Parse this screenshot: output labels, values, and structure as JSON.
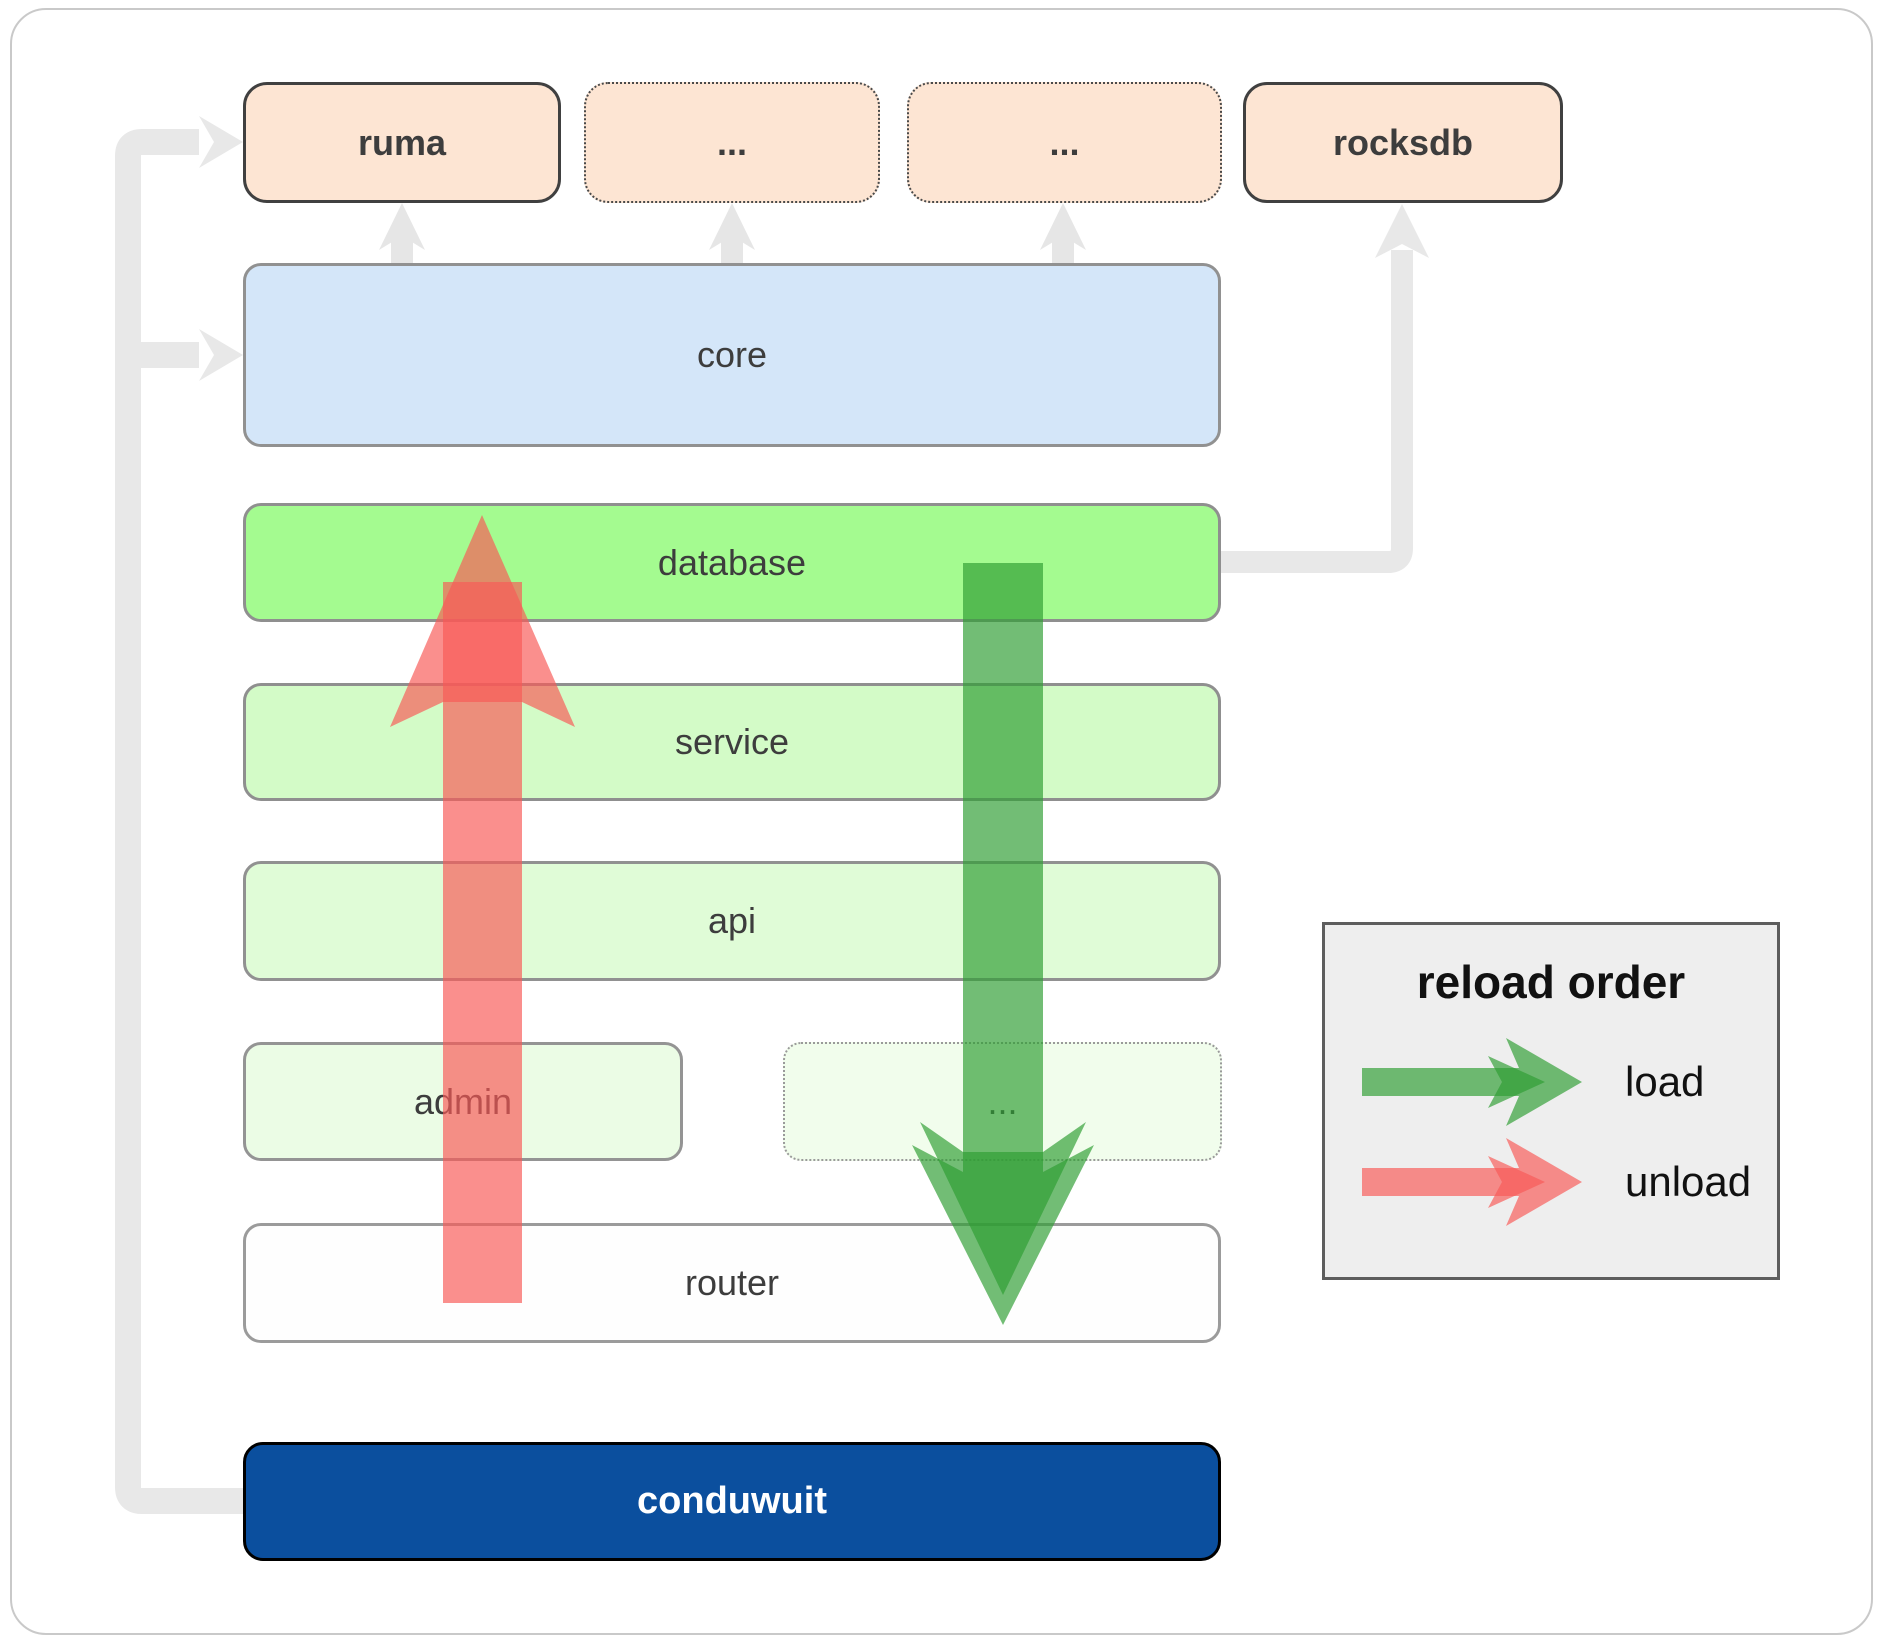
{
  "boxes": {
    "ruma": "ruma",
    "top_dots_1": "...",
    "top_dots_2": "...",
    "rocksdb": "rocksdb",
    "core": "core",
    "database": "database",
    "service": "service",
    "api": "api",
    "admin": "admin",
    "admin_dots": "...",
    "router": "router",
    "conduwuit": "conduwuit"
  },
  "legend": {
    "title": "reload order",
    "load": "load",
    "unload": "unload"
  },
  "colors": {
    "load_arrow": "#2f9e33",
    "unload_arrow": "#f85a57",
    "connector_gray": "#e8e8e8",
    "conduwuit_fill": "#0b4f9e",
    "core_fill": "#d4e6f9",
    "database_fill": "#a4fb90",
    "service_fill": "#d3fbc7",
    "api_fill": "#e0fcd7",
    "admin_fill": "#ebfce5",
    "router_fill": "#fefefe",
    "peach_fill": "#fde5d3",
    "legend_bg": "#eeeeee"
  }
}
